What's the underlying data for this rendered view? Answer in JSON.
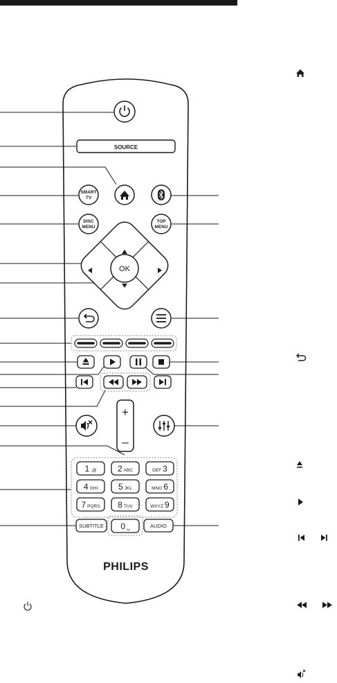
{
  "remote": {
    "buttons": {
      "source": "SOURCE",
      "smart_tv_line1": "SMART",
      "smart_tv_line2": "TV",
      "disc_menu_line1": "DISC",
      "disc_menu_line2": "MENU",
      "top_menu_line1": "TOP",
      "top_menu_line2": "MENU",
      "ok": "OK",
      "subtitle": "SUBTITLE",
      "audio": "AUDIO",
      "volume_plus": "+",
      "volume_minus": "–"
    },
    "keypad": {
      "k1": {
        "num": "1",
        "letters": ".@"
      },
      "k2": {
        "num": "2",
        "letters": "ABC"
      },
      "k3": {
        "num": "3",
        "letters": "DEF"
      },
      "k4": {
        "num": "4",
        "letters": "GHI"
      },
      "k5": {
        "num": "5",
        "letters": "JKL"
      },
      "k6": {
        "num": "6",
        "letters": "MNO"
      },
      "k7": {
        "num": "7",
        "letters": "PQRS"
      },
      "k8": {
        "num": "8",
        "letters": "TUV"
      },
      "k9": {
        "num": "9",
        "letters": "WXYZ"
      },
      "k0": {
        "num": "0",
        "letters": "␣"
      }
    },
    "brand": "PHILIPS"
  },
  "icons": [
    "power-icon",
    "home-icon",
    "bluetooth-icon",
    "back-icon",
    "options-icon",
    "eject-icon",
    "play-icon",
    "pause-icon",
    "stop-icon",
    "previous-icon",
    "next-icon",
    "rewind-icon",
    "fast-forward-icon",
    "mute-icon",
    "sound-settings-icon"
  ],
  "colors": {
    "ink": "#1a1a1a",
    "body": "#ffffff"
  }
}
